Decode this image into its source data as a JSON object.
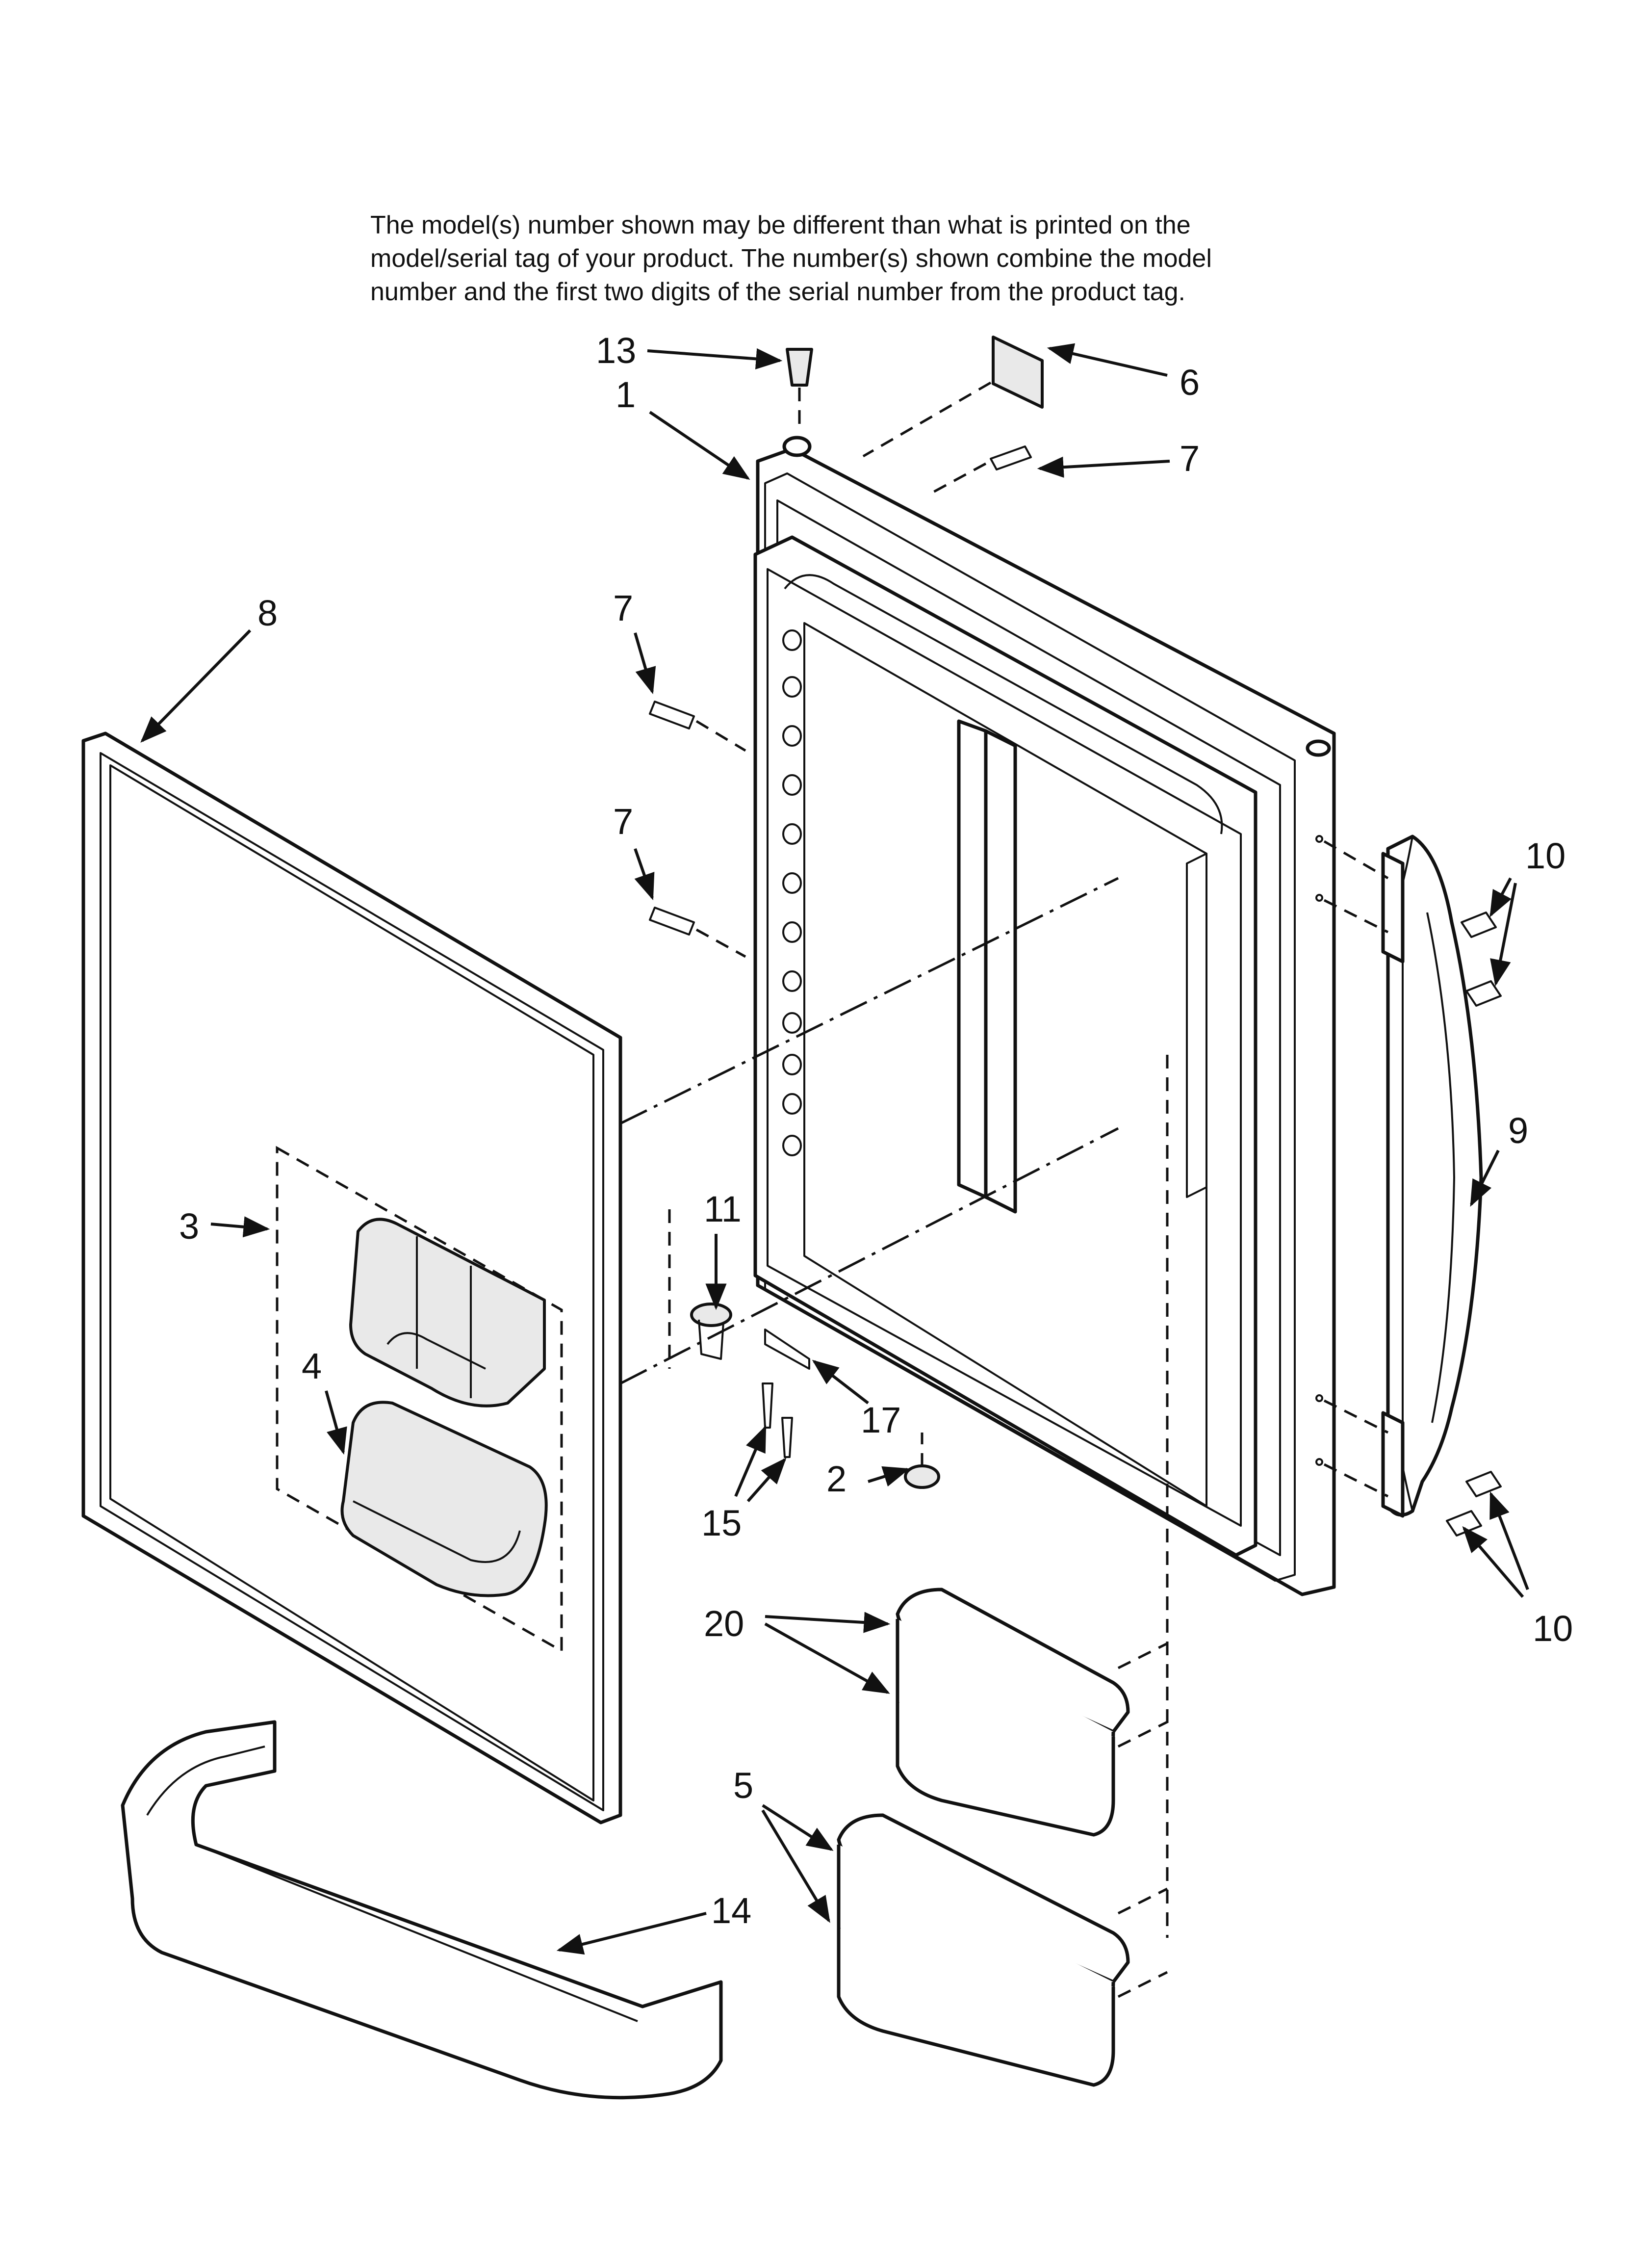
{
  "note": {
    "lines": [
      "The model(s) number shown may be different than what is printed on the",
      "model/serial tag of your product. The number(s) shown combine the model",
      "number and the first two digits of the serial number from the product tag."
    ]
  },
  "callouts": {
    "c1": "1",
    "c2": "2",
    "c3": "3",
    "c4": "4",
    "c5": "5",
    "c6": "6",
    "c7a": "7",
    "c7b": "7",
    "c7c": "7",
    "c8": "8",
    "c9": "9",
    "c10a": "10",
    "c10b": "10",
    "c11": "11",
    "c13": "13",
    "c14": "14",
    "c15": "15",
    "c17": "17",
    "c20": "20"
  }
}
